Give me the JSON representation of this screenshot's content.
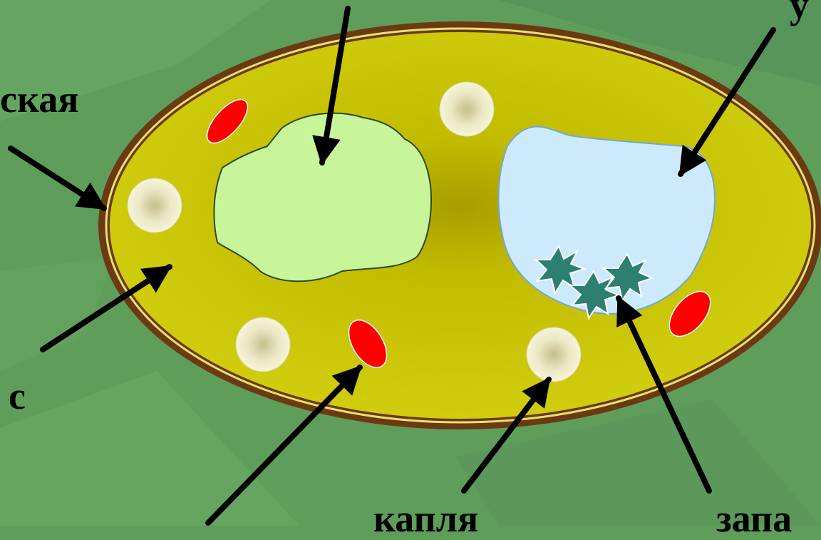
{
  "labels": {
    "membrane_partial": "ская",
    "cytoplasm_partial": "с",
    "drop_partial": "капля",
    "reserve_partial": "запа",
    "vacuole_partial": "у"
  },
  "colors": {
    "background": "#5f9e5a",
    "cell_wall": "#6b3a12",
    "cytoplasm": "#c9c400",
    "nucleus": "#c8f59a",
    "vacuole": "#cdeafc",
    "plastid": "#ff0000",
    "droplet": "#f2efcf",
    "crystal": "#2d7f72",
    "arrow": "#000000"
  },
  "icons": [
    "arrow-icon",
    "crystal-icon"
  ]
}
